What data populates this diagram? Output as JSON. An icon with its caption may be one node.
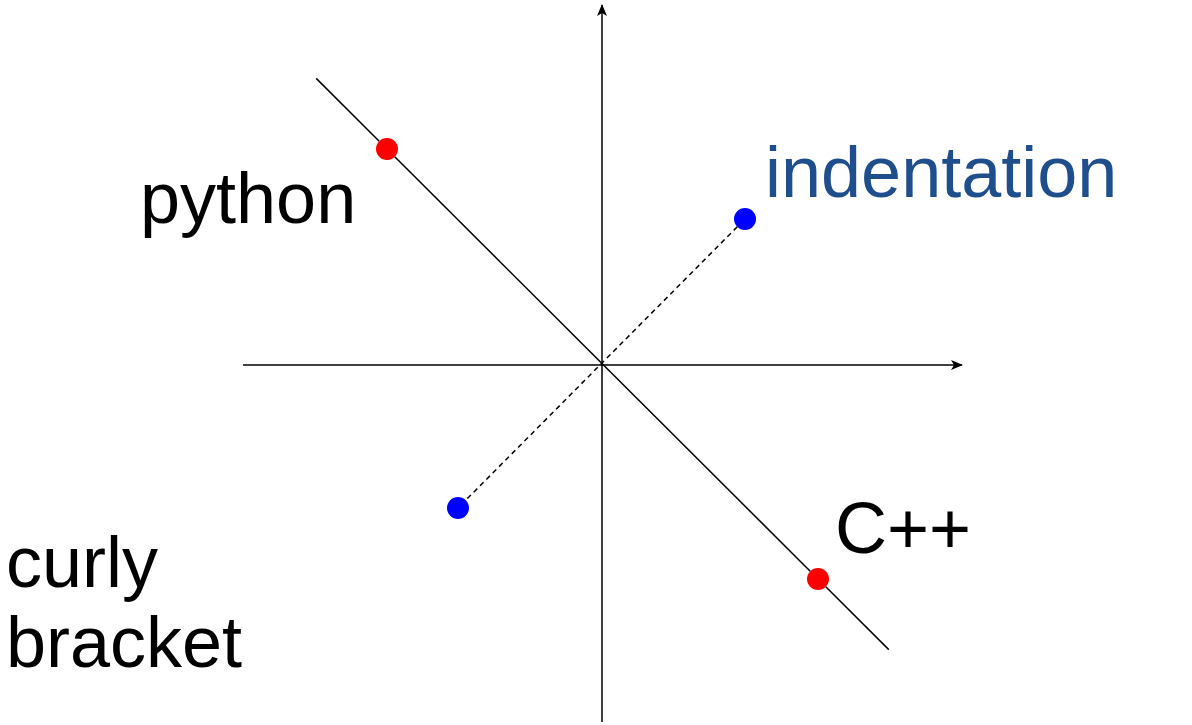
{
  "diagram": {
    "nodes": [
      {
        "text": [],
        "shape": "circle",
        "beside": [
          "python"
        ]
      },
      {
        "text": [],
        "shape": "circle",
        "beside": [
          "indentation"
        ]
      },
      {
        "text": [],
        "shape": "circle",
        "beside": [
          "curly bracket"
        ]
      },
      {
        "text": [],
        "shape": "circle",
        "beside": [
          "C++"
        ]
      }
    ],
    "edges": [
      {
        "from": 0,
        "to": 3,
        "arrow": "none"
      },
      {
        "from": 1,
        "to": 2,
        "arrow": "none",
        "style": "dashed"
      }
    ]
  }
}
